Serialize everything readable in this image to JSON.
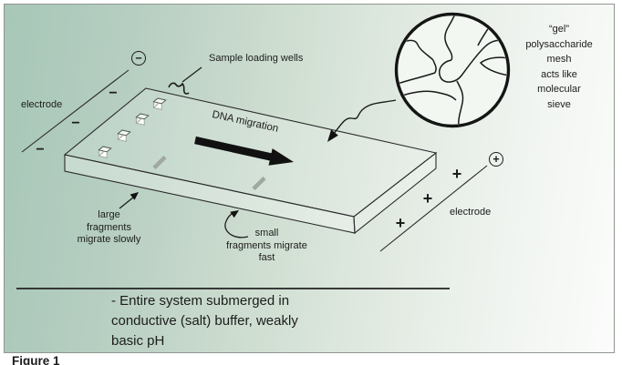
{
  "figure_caption": "Figure 1",
  "labels": {
    "electrode_left": "electrode",
    "electrode_right": "electrode",
    "sample_wells": "Sample loading wells",
    "dna_migration": "DNA migration",
    "minus_symbol": "−",
    "plus_symbol": "+"
  },
  "charges": {
    "negative": [
      "−",
      "−",
      "−"
    ],
    "positive": [
      "+",
      "+",
      "+"
    ]
  },
  "notes": {
    "large_fragments": [
      "large",
      "fragments",
      "migrate slowly"
    ],
    "small_fragments": [
      "small",
      "fragments migrate",
      "fast"
    ],
    "gel_inset": [
      "“gel”",
      "polysaccharide",
      "mesh",
      "acts like",
      "molecular",
      "sieve"
    ],
    "buffer": [
      "- Entire system submerged in",
      "conductive (salt) buffer, weakly",
      "basic pH"
    ]
  },
  "colors": {
    "background_left": "#a7c7b7",
    "background_right": "#fbfcfb",
    "line": "#1c1c1c",
    "fragment_dash": "#9fa8a1",
    "panel_border": "#8f968f"
  }
}
